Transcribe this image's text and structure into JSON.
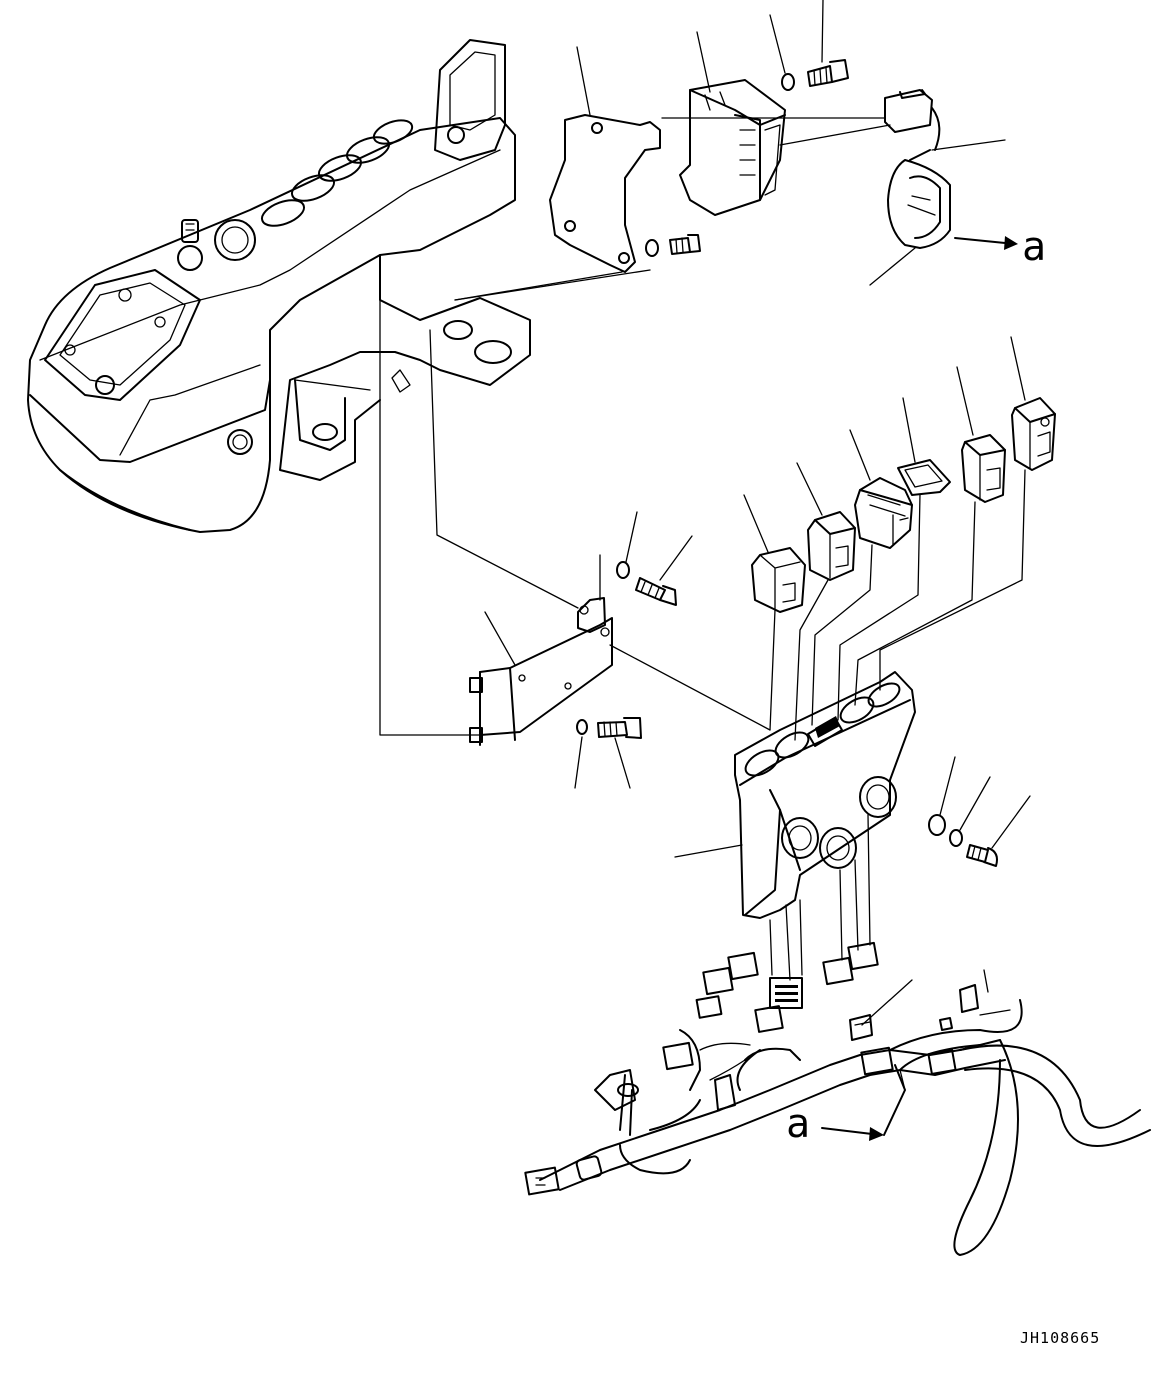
{
  "drawing_code": "JH108665",
  "callout_letter_top": "a",
  "callout_letter_bottom": "a"
}
